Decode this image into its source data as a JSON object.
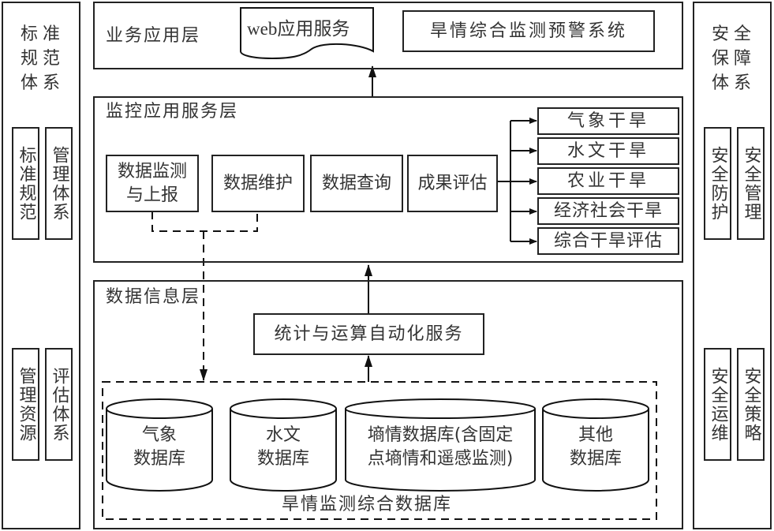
{
  "left_panel": {
    "title": "标准规范体系",
    "title_lines": [
      "标准",
      "规范",
      "体系"
    ],
    "items": [
      "标准规范",
      "管理体系",
      "管理资源",
      "评估体系"
    ]
  },
  "right_panel": {
    "title": "安全保障体系",
    "title_lines": [
      "安全",
      "保障",
      "体系"
    ],
    "items": [
      "安全防护",
      "安全管理",
      "安全运维",
      "安全策略"
    ]
  },
  "business_layer": {
    "title": "业务应用层",
    "web_service": "web应用服务",
    "system": "旱情综合监测预警系统"
  },
  "monitor_layer": {
    "title": "监控应用服务层",
    "modules": [
      {
        "lines": [
          "数据监测",
          "与上报"
        ]
      },
      {
        "lines": [
          "数据维护"
        ]
      },
      {
        "lines": [
          "数据查询"
        ]
      },
      {
        "lines": [
          "成果评估"
        ]
      }
    ],
    "outputs": [
      "气象干旱",
      "水文干旱",
      "农业干旱",
      "经济社会干旱",
      "综合干旱评估"
    ]
  },
  "data_layer": {
    "title": "数据信息层",
    "service": "统计与运算自动化服务",
    "database_group": "旱情监测综合数据库",
    "databases": [
      {
        "lines": [
          "气象",
          "数据库"
        ]
      },
      {
        "lines": [
          "水文",
          "数据库"
        ]
      },
      {
        "lines": [
          "墒情数据库(含固定",
          "点墒情和遥感监测)"
        ]
      },
      {
        "lines": [
          "其他",
          "数据库"
        ]
      }
    ]
  }
}
